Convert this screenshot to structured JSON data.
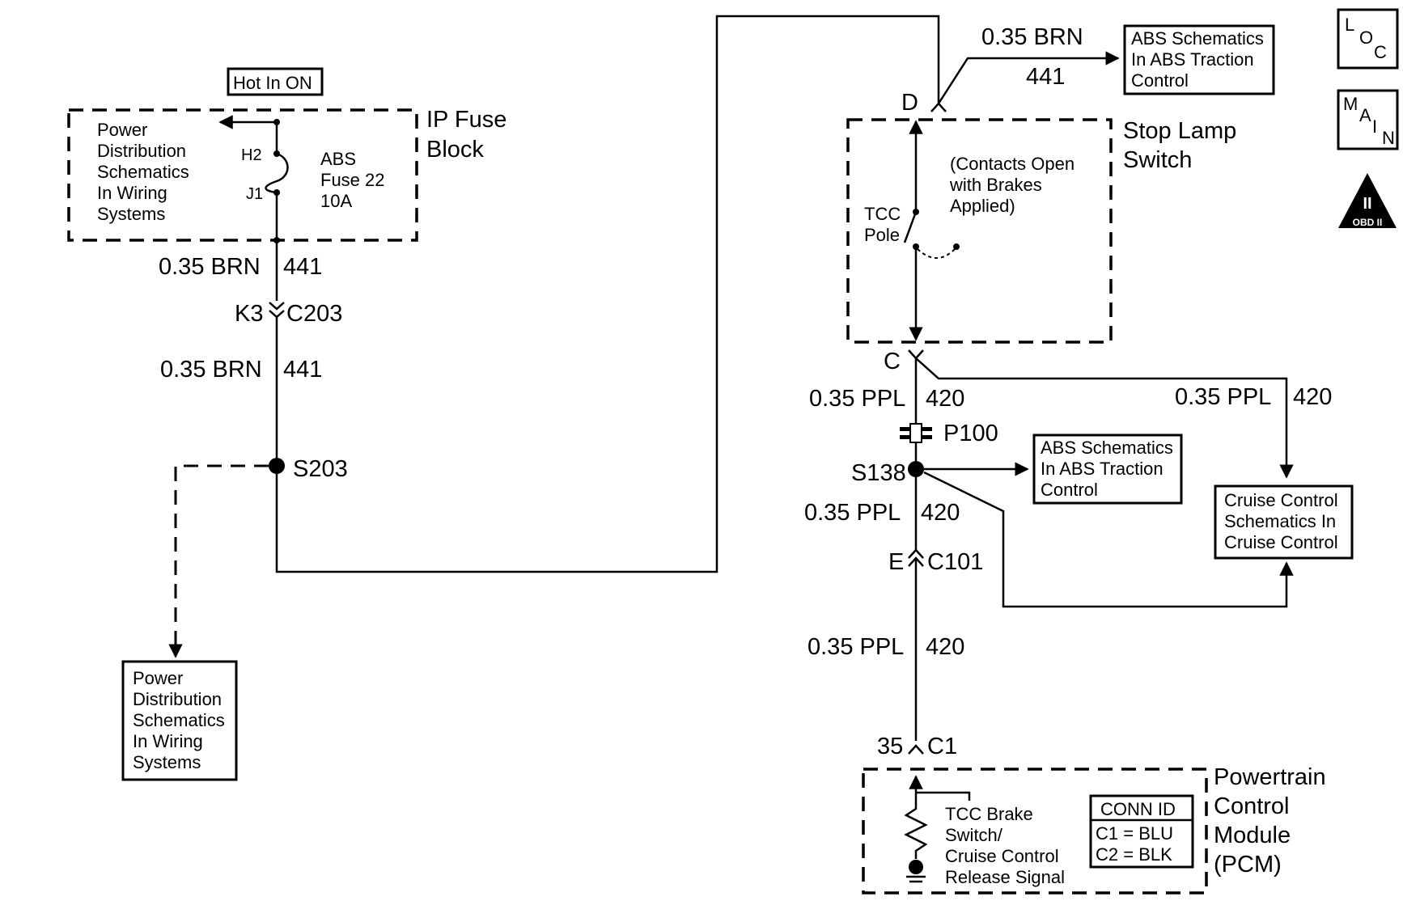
{
  "left_circuit": {
    "hot_in_on": "Hot In ON",
    "ip_fuse_block": [
      "IP Fuse",
      "Block"
    ],
    "power_dist_ref": [
      "Power",
      "Distribution",
      "Schematics",
      "In Wiring",
      "Systems"
    ],
    "fuse_pins": {
      "top": "H2",
      "bottom": "J1"
    },
    "fuse_label": [
      "ABS",
      "Fuse 22",
      "10A"
    ],
    "wire_1": {
      "size_color": "0.35 BRN",
      "circuit": "441"
    },
    "connector_c203": {
      "pin": "K3",
      "name": "C203"
    },
    "wire_2": {
      "size_color": "0.35 BRN",
      "circuit": "441"
    },
    "splice": "S203",
    "power_dist_box": [
      "Power",
      "Distribution",
      "Schematics",
      "In Wiring",
      "Systems"
    ]
  },
  "stop_lamp": {
    "wire_top": {
      "size_color": "0.35 BRN",
      "circuit": "441"
    },
    "abs_ref_top": [
      "ABS Schematics",
      "In ABS Traction",
      "Control"
    ],
    "terminal_d": "D",
    "title": [
      "Stop Lamp",
      "Switch"
    ],
    "contacts_note": [
      "(Contacts Open",
      "with Brakes",
      "Applied)"
    ],
    "pole_label": [
      "TCC",
      "Pole"
    ],
    "terminal_c": "C"
  },
  "right_circuit": {
    "wire_a": {
      "size_color": "0.35 PPL",
      "circuit": "420"
    },
    "wire_cruise": {
      "size_color": "0.35 PPL",
      "circuit": "420"
    },
    "connector_p100": "P100",
    "splice_s138": "S138",
    "abs_ref_mid": [
      "ABS Schematics",
      "In ABS Traction",
      "Control"
    ],
    "cruise_ref": [
      "Cruise Control",
      "Schematics In",
      "Cruise Control"
    ],
    "wire_b": {
      "size_color": "0.35 PPL",
      "circuit": "420"
    },
    "connector_c101": {
      "pin": "E",
      "name": "C101"
    },
    "wire_c": {
      "size_color": "0.35 PPL",
      "circuit": "420"
    },
    "connector_c1": {
      "pin": "35",
      "name": "C1"
    }
  },
  "pcm": {
    "title": [
      "Powertrain",
      "Control",
      "Module",
      "(PCM)"
    ],
    "signal_label": [
      "TCC Brake",
      "Switch/",
      "Cruise Control",
      "Release Signal"
    ],
    "conn_id": {
      "header": "CONN ID",
      "c1": "C1  =  BLU",
      "c2": "C2  =  BLK"
    }
  },
  "nav_icons": {
    "loc": {
      "l": "L",
      "o": "O",
      "c": "C"
    },
    "main": {
      "m": "M",
      "a": "A",
      "i": "I",
      "n": "N"
    },
    "obd": {
      "numeral": "II",
      "label": "OBD II"
    }
  }
}
